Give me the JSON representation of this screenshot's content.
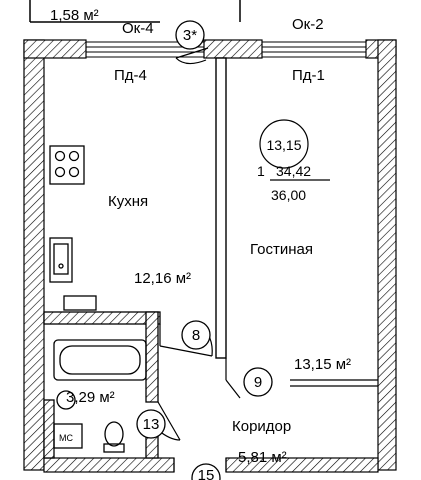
{
  "windows": {
    "w4": "Ок-4",
    "w2": "Ок-2"
  },
  "doors": {
    "d4": "Пд-4",
    "d1": "Пд-1"
  },
  "rooms": {
    "balcony": {
      "area": "1,58 м²"
    },
    "kitchen": {
      "name": "Кухня",
      "area": "12,16 м²"
    },
    "living": {
      "name": "Гостиная",
      "area": "13,15 м²"
    },
    "bathroom": {
      "area": "3,29 м²"
    },
    "corridor": {
      "name": "Коридор",
      "area": "5,81 м²"
    }
  },
  "apartment_info": {
    "living_area": "13,15",
    "rooms_count": "1",
    "total_area": "34,42",
    "total_with_balcony": "36,00"
  },
  "markers": {
    "m3": "3*",
    "m8": "8",
    "m9": "9",
    "m13": "13",
    "m15": "15"
  },
  "fixtures": {
    "laundry_label": "МС"
  }
}
